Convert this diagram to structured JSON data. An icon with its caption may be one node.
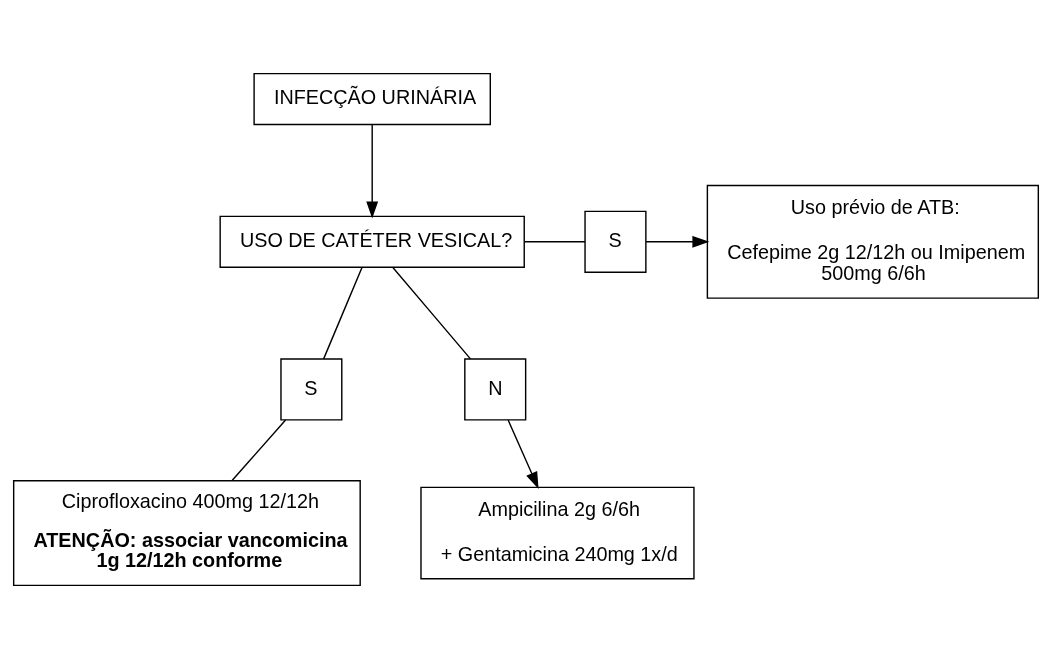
{
  "diagram": {
    "nodes": [
      {
        "text": [
          "INFECÇÃO URINÁRIA"
        ]
      },
      {
        "text": [
          "USO DE CATÉTER VESICAL?"
        ]
      },
      {
        "text": [
          "S"
        ]
      },
      {
        "text": [
          "Uso prévio de ATB:",
          "Cefepime 2g 12/12h ou Imipenem 500mg 6/6h"
        ]
      },
      {
        "text": [
          "S"
        ]
      },
      {
        "text": [
          "N"
        ]
      },
      {
        "text": [
          "Ciprofloxacino 400mg 12/12h",
          "ATENÇÃO: associar vancomicina 1g 12/12h conforme"
        ]
      },
      {
        "text": [
          "Ampicilina 2g 6/6h",
          "+ Gentamicina 240mg 1x/d"
        ]
      }
    ],
    "edges": [
      {
        "from": 0,
        "to": 1,
        "arrow": "to"
      },
      {
        "from": 1,
        "to": 2,
        "arrow": "none"
      },
      {
        "from": 2,
        "to": 3,
        "arrow": "to"
      },
      {
        "from": 1,
        "to": 4,
        "arrow": "none"
      },
      {
        "from": 4,
        "to": 6,
        "arrow": "none"
      },
      {
        "from": 1,
        "to": 5,
        "arrow": "none"
      },
      {
        "from": 5,
        "to": 7,
        "arrow": "to"
      }
    ]
  }
}
